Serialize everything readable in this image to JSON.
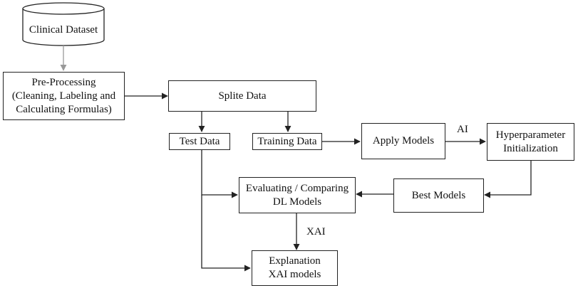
{
  "nodes": {
    "clinical_dataset": "Clinical Dataset",
    "pre_processing": "Pre-Processing\n(Cleaning, Labeling and\nCalculating Formulas)",
    "split_data": "Splite Data",
    "test_data": "Test Data",
    "training_data": "Training Data",
    "apply_models": "Apply Models",
    "hyperparameter": "Hyperparameter\nInitialization",
    "best_models": "Best Models",
    "evaluating": "Evaluating / Comparing\nDL Models",
    "explanation": "Explanation\nXAI models"
  },
  "edge_labels": {
    "ai": "AI",
    "xai": "XAI"
  }
}
